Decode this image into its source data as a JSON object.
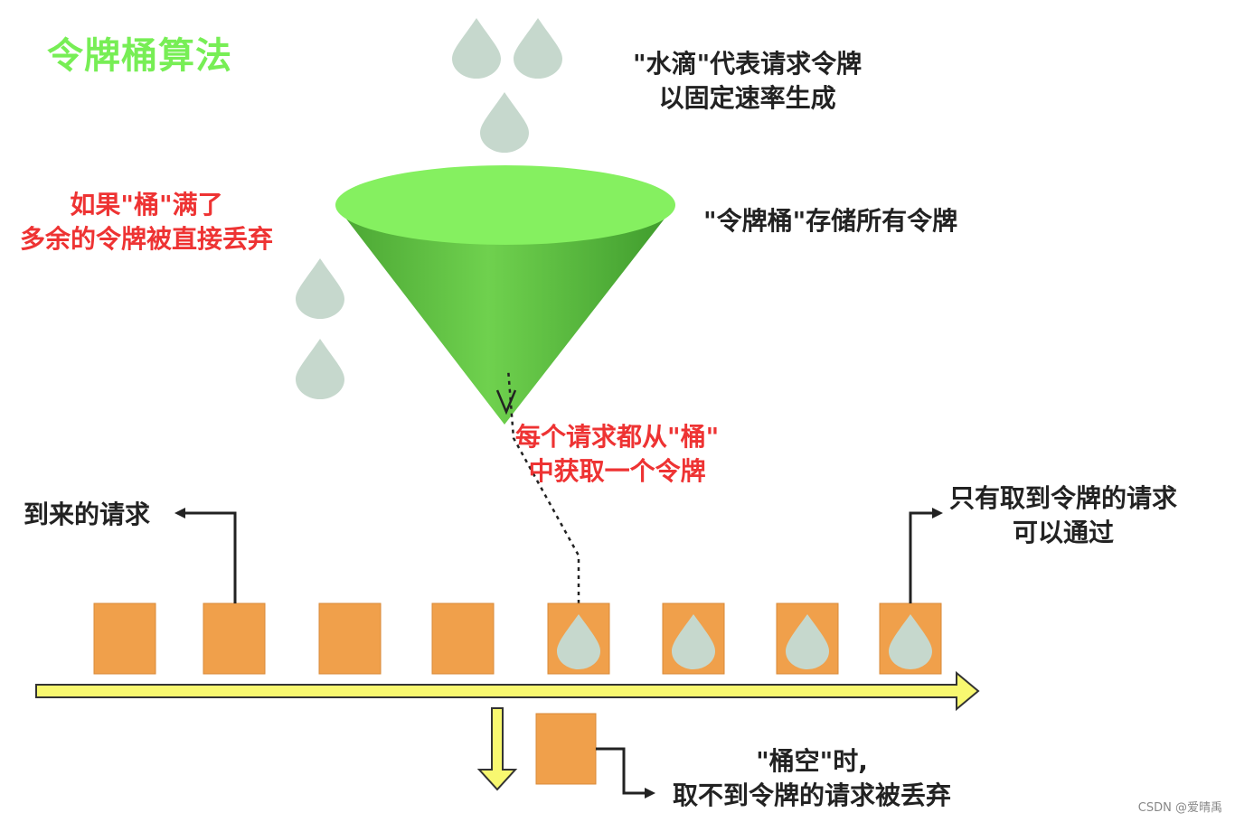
{
  "title": "令牌桶算法",
  "labels": {
    "drops_line1": "\"水滴\"代表请求令牌",
    "drops_line2": "以固定速率生成",
    "bucket": "\"令牌桶\"存储所有令牌",
    "overflow_line1": "如果\"桶\"满了",
    "overflow_line2": "多余的令牌被直接丢弃",
    "take_line1": "每个请求都从\"桶\"",
    "take_line2": "中获取一个令牌",
    "incoming": "到来的请求",
    "pass_line1": "只有取到令牌的请求",
    "pass_line2": "可以通过",
    "empty_line1": "\"桶空\"时,",
    "empty_line2": "取不到令牌的请求被丢弃"
  },
  "watermark": "CSDN @爱晴禹",
  "colors": {
    "title": "#77ee55",
    "request_box": "#f0a04b",
    "drop": "#c6d8cd",
    "bucket_rim": "#85f060",
    "bucket_body": "#5fc242",
    "timeline": "#f8f870",
    "accent_red": "#ee3333",
    "text_dark": "#222222"
  },
  "requests": [
    {
      "has_token": false
    },
    {
      "has_token": false
    },
    {
      "has_token": false
    },
    {
      "has_token": false
    },
    {
      "has_token": true
    },
    {
      "has_token": true
    },
    {
      "has_token": true
    },
    {
      "has_token": true
    }
  ]
}
